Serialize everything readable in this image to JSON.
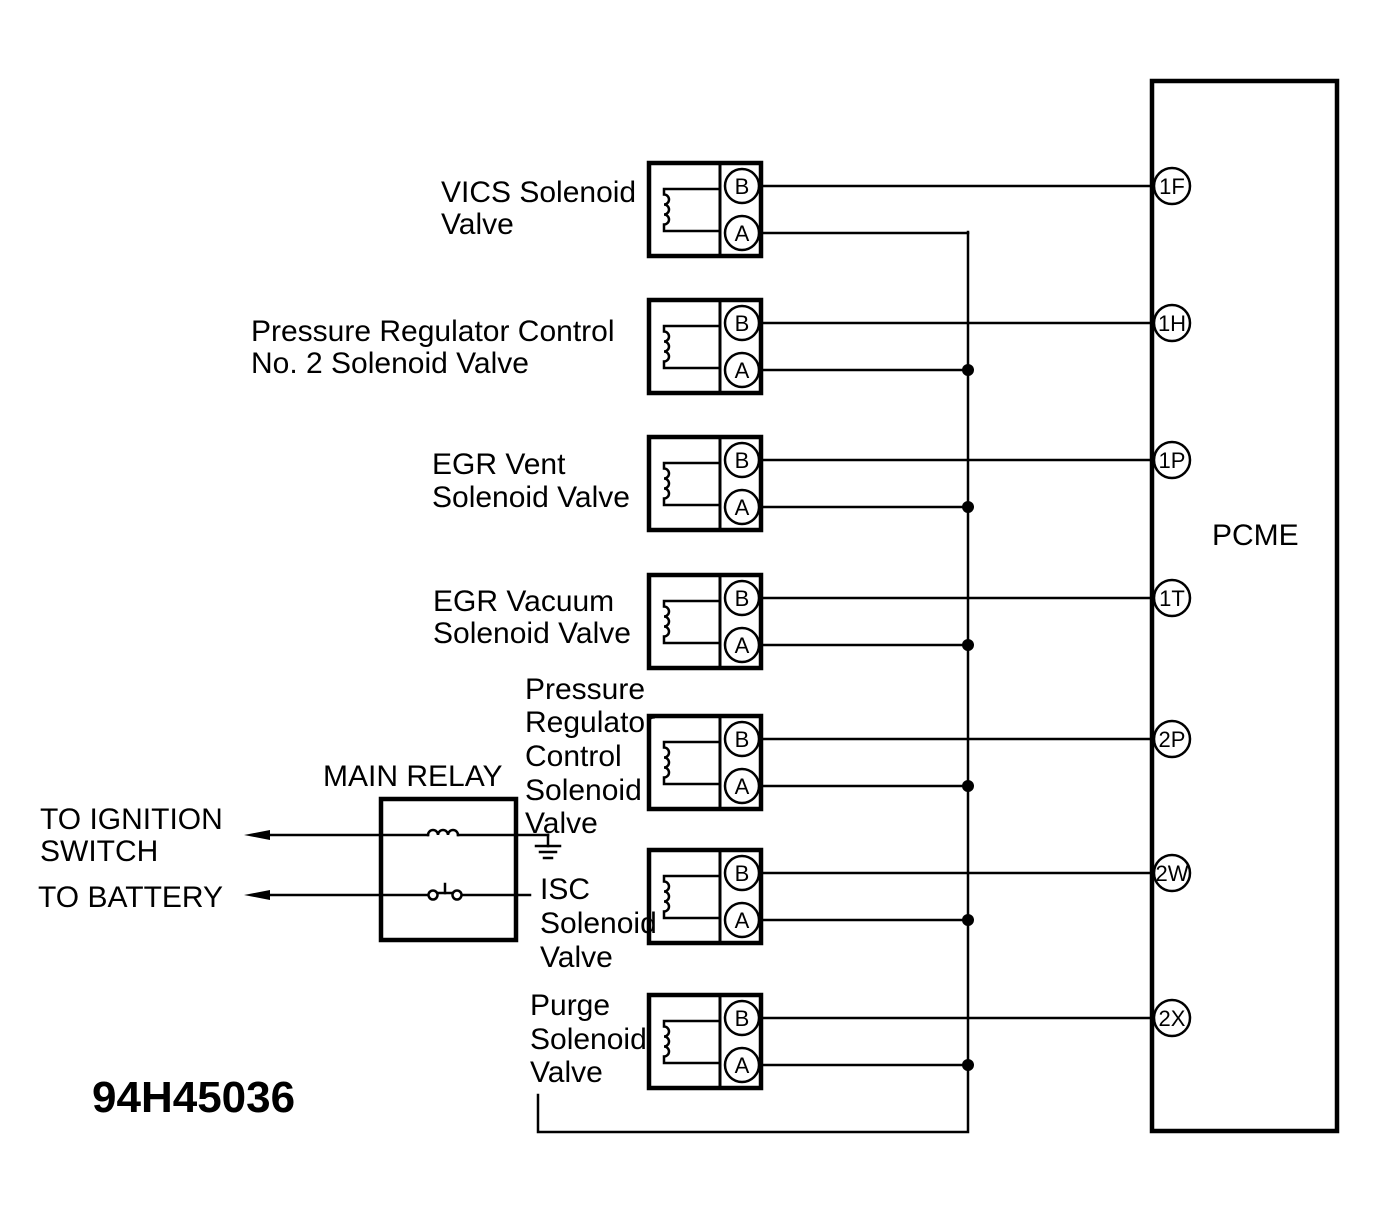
{
  "figure_code": "94H45036",
  "pcme": {
    "label": "PCME"
  },
  "main_relay": {
    "label": "MAIN RELAY",
    "ignition_label": [
      "TO IGNITION",
      "SWITCH"
    ],
    "battery_label": "TO BATTERY"
  },
  "valves": [
    {
      "label_lines": [
        "VICS Solenoid",
        "Valve"
      ],
      "pin_b": "B",
      "pin_a": "A",
      "pcme_terminal": "1F"
    },
    {
      "label_lines": [
        "Pressure Regulator Control",
        "No. 2 Solenoid Valve"
      ],
      "pin_b": "B",
      "pin_a": "A",
      "pcme_terminal": "1H"
    },
    {
      "label_lines": [
        "EGR Vent",
        "Solenoid Valve"
      ],
      "pin_b": "B",
      "pin_a": "A",
      "pcme_terminal": "1P"
    },
    {
      "label_lines": [
        "EGR Vacuum",
        "Solenoid Valve"
      ],
      "pin_b": "B",
      "pin_a": "A",
      "pcme_terminal": "1T"
    },
    {
      "label_lines": [
        "Pressure",
        "Regulator",
        "Control",
        "Solenoid",
        "Valve"
      ],
      "pin_b": "B",
      "pin_a": "A",
      "pcme_terminal": "2P"
    },
    {
      "label_lines": [
        "ISC",
        "Solenoid",
        "Valve"
      ],
      "pin_b": "B",
      "pin_a": "A",
      "pcme_terminal": "2W"
    },
    {
      "label_lines": [
        "Purge",
        "Solenoid",
        "Valve"
      ],
      "pin_b": "B",
      "pin_a": "A",
      "pcme_terminal": "2X"
    }
  ]
}
